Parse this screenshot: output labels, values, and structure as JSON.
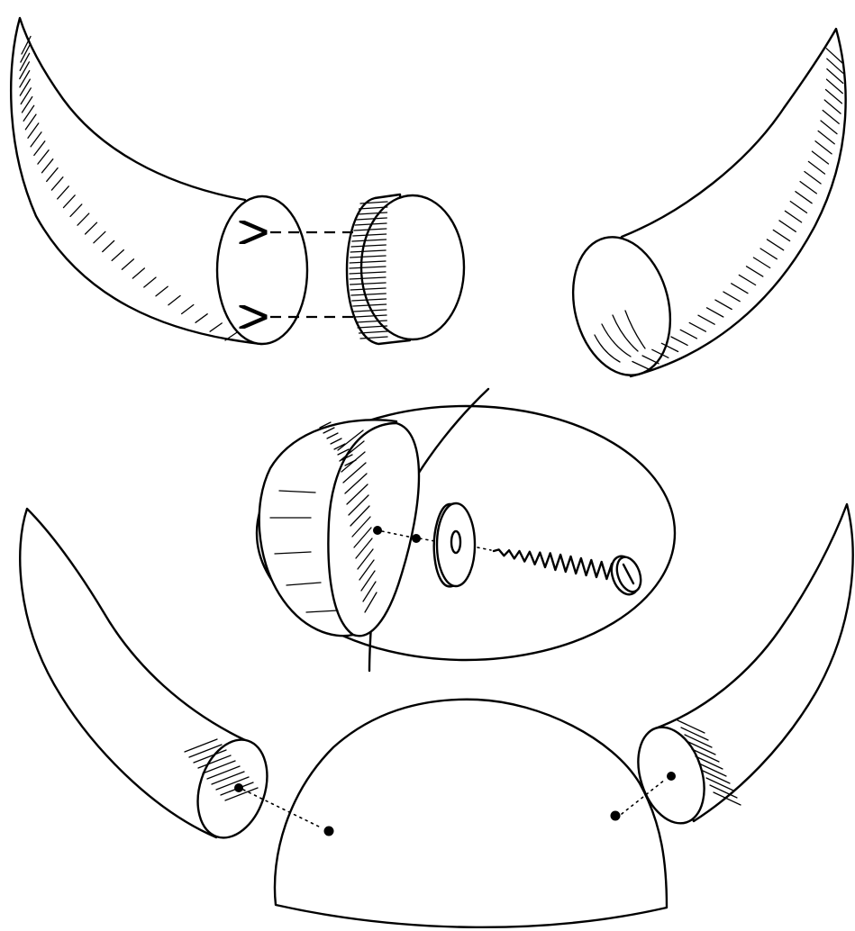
{
  "colors": {
    "ink": "#000000",
    "paper": "#ffffff"
  },
  "icons": {
    "arrow": "arrowhead",
    "screw": "wood-screw",
    "washer": "flat-washer"
  }
}
